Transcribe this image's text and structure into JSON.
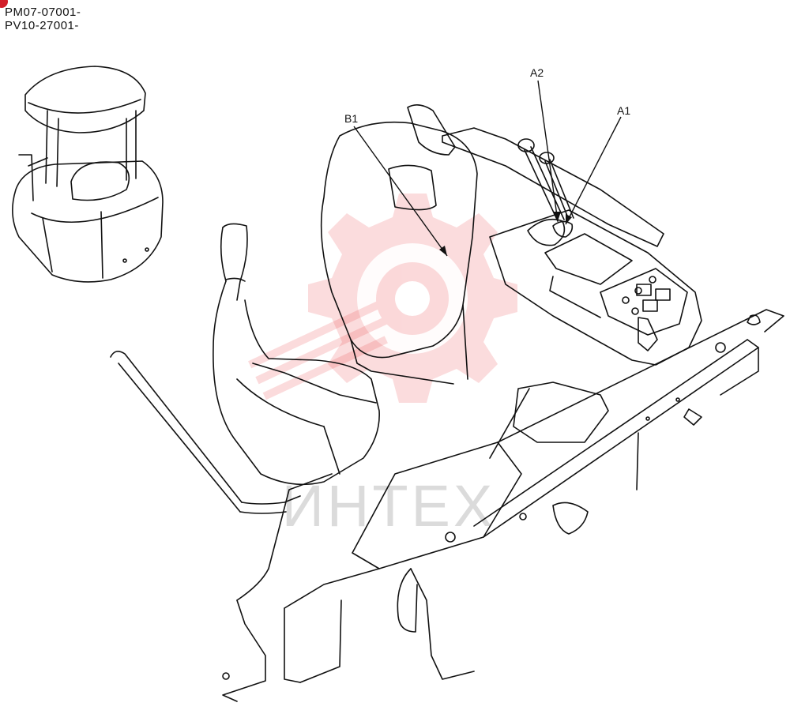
{
  "serials": [
    "PM07-07001-",
    "PV10-27001-"
  ],
  "callouts": {
    "a2": "A2",
    "a1": "A1",
    "b1": "B1"
  },
  "watermark": {
    "text": "ИНТЕХ",
    "color": "#e8262b"
  },
  "colors": {
    "line": "#111111",
    "badge": "#d21f2a"
  }
}
